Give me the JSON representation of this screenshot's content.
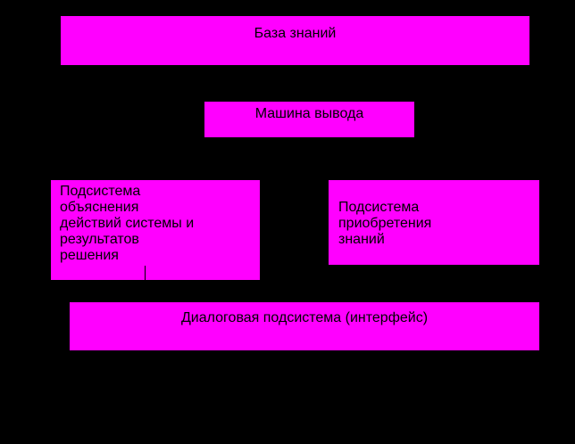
{
  "diagram": {
    "knowledge_base": "База знаний",
    "inference_engine": "Машина вывода",
    "explanation_subsystem": "Подсистема\n объяснения\nдействий системы и\nрезультатов\nрешения",
    "acquisition_subsystem": "Подсистема\nприобретения\nзнаний",
    "dialog_subsystem": "Диалоговая подсистема (интерфейс)"
  },
  "colors": {
    "background": "#000000",
    "box_fill": "#ff00ff",
    "text": "#000000"
  }
}
